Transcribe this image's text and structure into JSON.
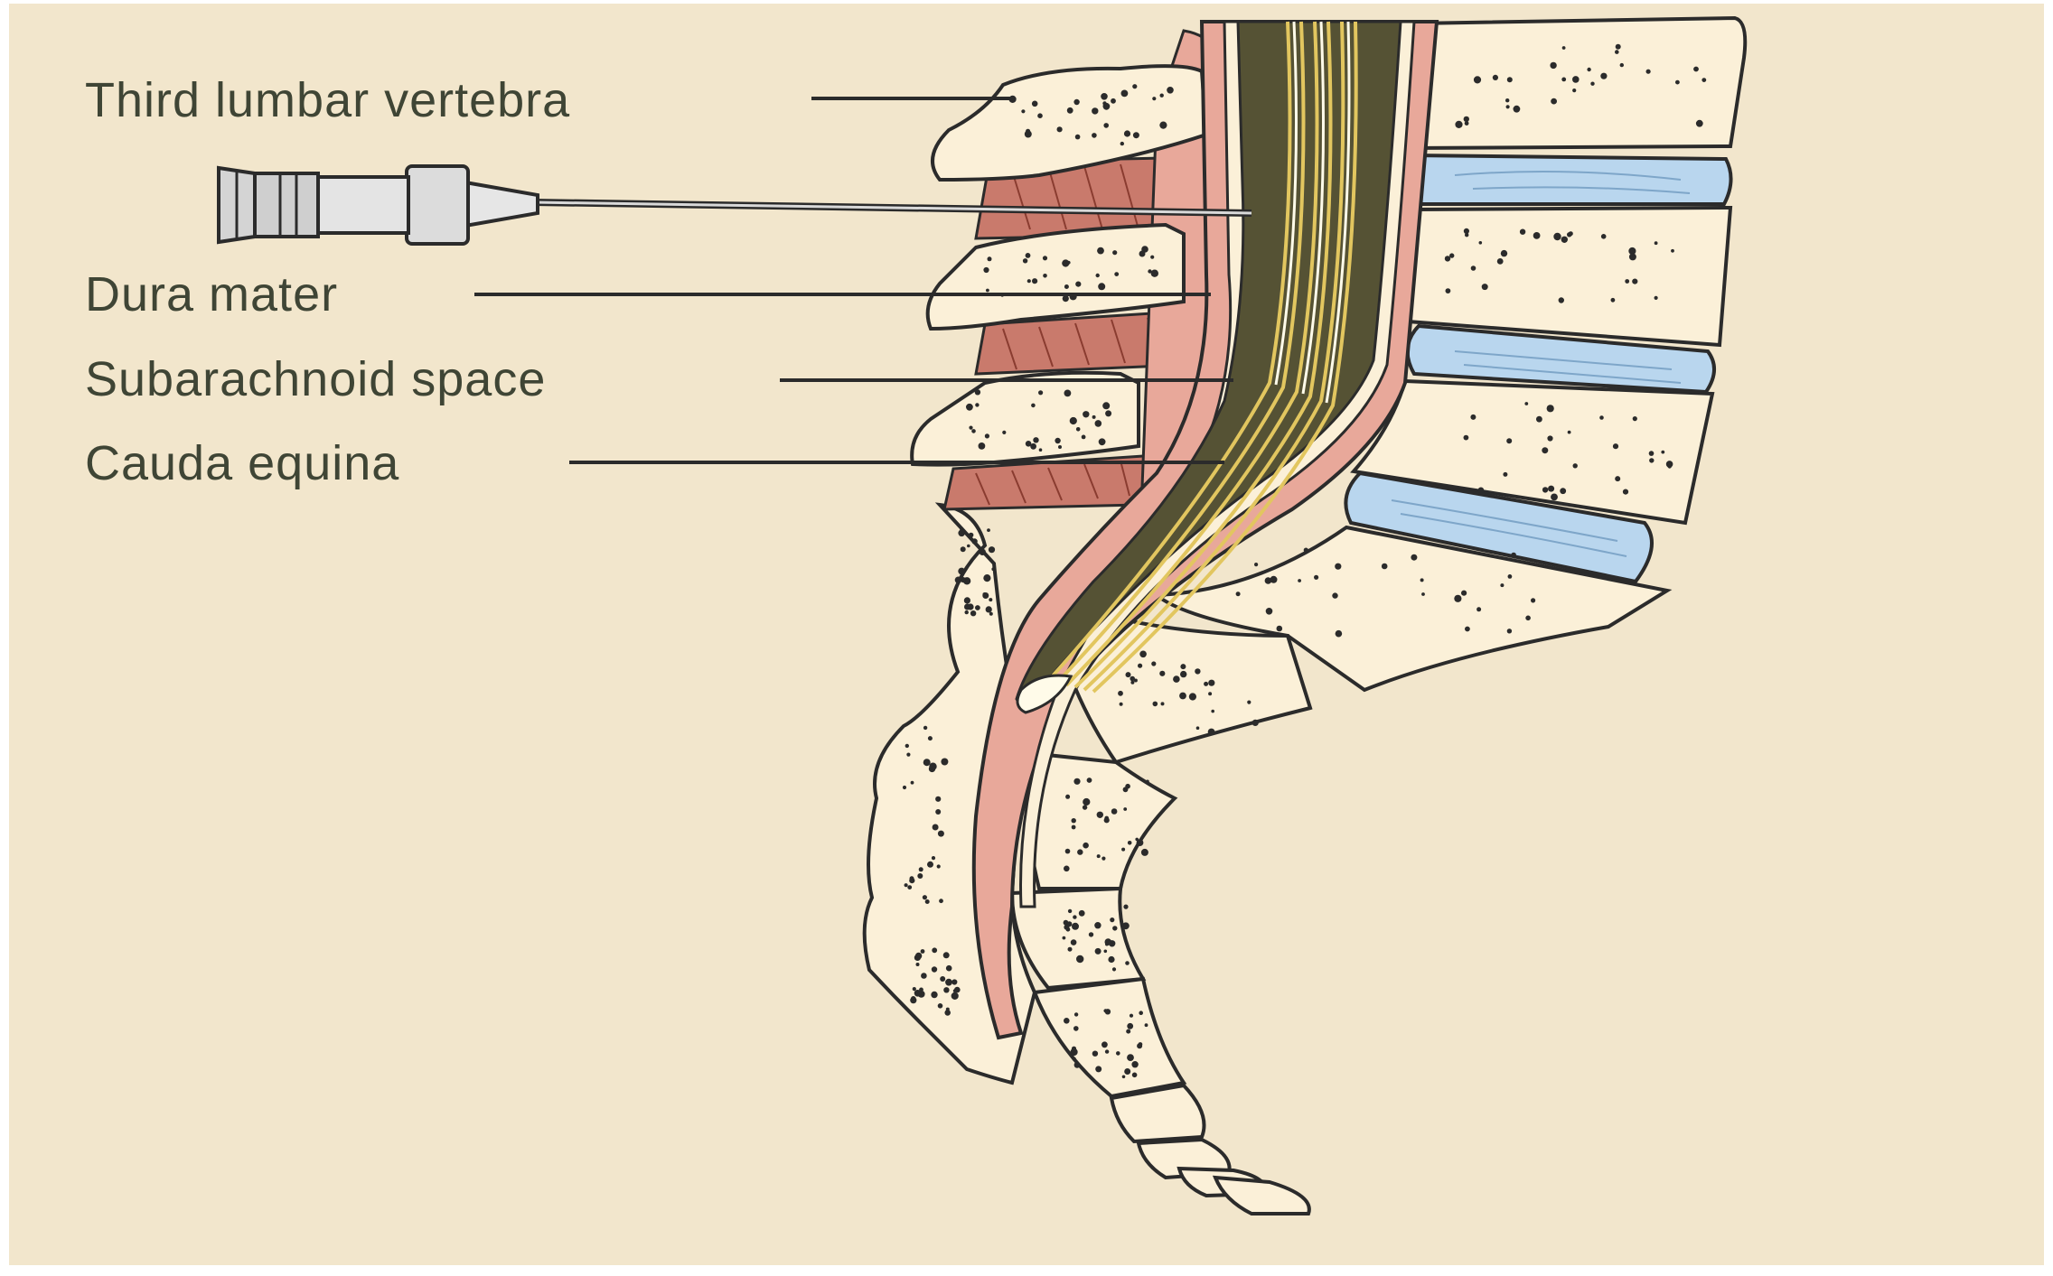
{
  "colors": {
    "background": "#f2e6cc",
    "bone": "#fbf0d8",
    "outline": "#2b2b2b",
    "meninges": "#e8a89a",
    "ligament": "#c97a6c",
    "canal": "#555234",
    "nerves": "#e2c65f",
    "disc": "#b9d6ee",
    "needle": "#d9d9d9"
  },
  "labels": {
    "third_lumbar_vertebra": "Third lumbar vertebra",
    "dura_mater": "Dura mater",
    "subarachnoid_space": "Subarachnoid space",
    "cauda_equina": "Cauda equina"
  }
}
